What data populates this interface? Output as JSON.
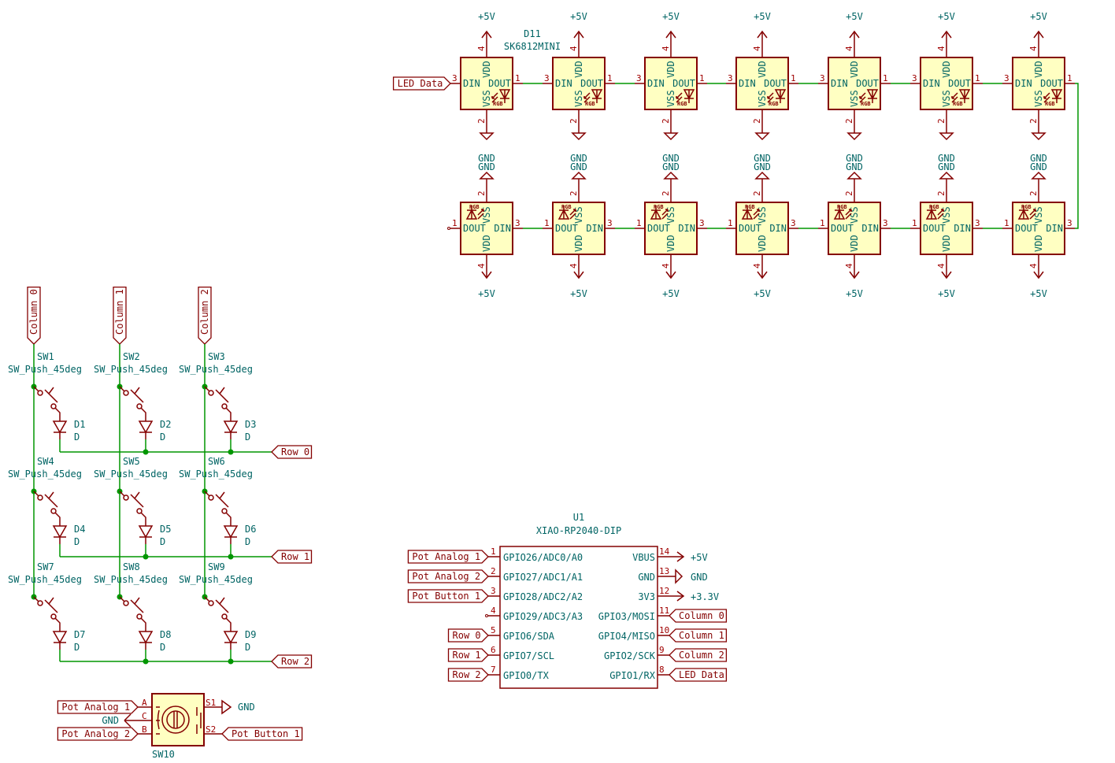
{
  "led_chain": {
    "label": "LED Data",
    "ref_shown": "D11",
    "value_shown": "SK6812MINI",
    "part_pins": {
      "din": "DIN",
      "dout": "DOUT",
      "vdd": "VDD",
      "vss": "VSS",
      "rgb": "RGB"
    },
    "pin_numbers": {
      "din": "3",
      "dout": "1",
      "vdd": "4",
      "vss": "2"
    },
    "power_vdd": "+5V",
    "power_vss": "GND",
    "row_top_count": 7,
    "row_bottom_count": 7
  },
  "key_matrix": {
    "columns": [
      "Column 0",
      "Column 1",
      "Column 2"
    ],
    "rows": [
      "Row 0",
      "Row 1",
      "Row 2"
    ],
    "switches": [
      {
        "ref": "SW1",
        "value": "SW_Push_45deg",
        "diode": "D1",
        "diode_value": "D"
      },
      {
        "ref": "SW2",
        "value": "SW_Push_45deg",
        "diode": "D2",
        "diode_value": "D"
      },
      {
        "ref": "SW3",
        "value": "SW_Push_45deg",
        "diode": "D3",
        "diode_value": "D"
      },
      {
        "ref": "SW4",
        "value": "SW_Push_45deg",
        "diode": "D4",
        "diode_value": "D"
      },
      {
        "ref": "SW5",
        "value": "SW_Push_45deg",
        "diode": "D5",
        "diode_value": "D"
      },
      {
        "ref": "SW6",
        "value": "SW_Push_45deg",
        "diode": "D6",
        "diode_value": "D"
      },
      {
        "ref": "SW7",
        "value": "SW_Push_45deg",
        "diode": "D7",
        "diode_value": "D"
      },
      {
        "ref": "SW8",
        "value": "SW_Push_45deg",
        "diode": "D8",
        "diode_value": "D"
      },
      {
        "ref": "SW9",
        "value": "SW_Push_45deg",
        "diode": "D9",
        "diode_value": "D"
      }
    ]
  },
  "encoder": {
    "ref": "SW10",
    "pins": {
      "a": "A",
      "b": "B",
      "c": "C",
      "s1": "S1",
      "s2": "S2"
    },
    "labels": {
      "a": "Pot Analog 1",
      "b": "Pot Analog 2",
      "c": "GND",
      "s1": "GND",
      "s2": "Pot Button 1"
    }
  },
  "mcu": {
    "ref": "U1",
    "value": "XIAO-RP2040-DIP",
    "left_pins": [
      {
        "num": "1",
        "name": "GPIO26/ADC0/A0",
        "label": "Pot Analog 1"
      },
      {
        "num": "2",
        "name": "GPIO27/ADC1/A1",
        "label": "Pot Analog 2"
      },
      {
        "num": "3",
        "name": "GPIO28/ADC2/A2",
        "label": "Pot Button 1"
      },
      {
        "num": "4",
        "name": "GPIO29/ADC3/A3",
        "label": ""
      },
      {
        "num": "5",
        "name": "GPIO6/SDA",
        "label": "Row 0"
      },
      {
        "num": "6",
        "name": "GPIO7/SCL",
        "label": "Row 1"
      },
      {
        "num": "7",
        "name": "GPIO0/TX",
        "label": "Row 2"
      }
    ],
    "right_pins": [
      {
        "num": "14",
        "name": "VBUS",
        "label": "+5V",
        "kind": "power"
      },
      {
        "num": "13",
        "name": "GND",
        "label": "GND",
        "kind": "gnd"
      },
      {
        "num": "12",
        "name": "3V3",
        "label": "+3.3V",
        "kind": "power"
      },
      {
        "num": "11",
        "name": "GPIO3/MOSI",
        "label": "Column 0",
        "kind": "label"
      },
      {
        "num": "10",
        "name": "GPIO4/MISO",
        "label": "Column 1",
        "kind": "label"
      },
      {
        "num": "9",
        "name": "GPIO2/SCK",
        "label": "Column 2",
        "kind": "label"
      },
      {
        "num": "8",
        "name": "GPIO1/RX",
        "label": "LED Data",
        "kind": "label"
      }
    ]
  }
}
